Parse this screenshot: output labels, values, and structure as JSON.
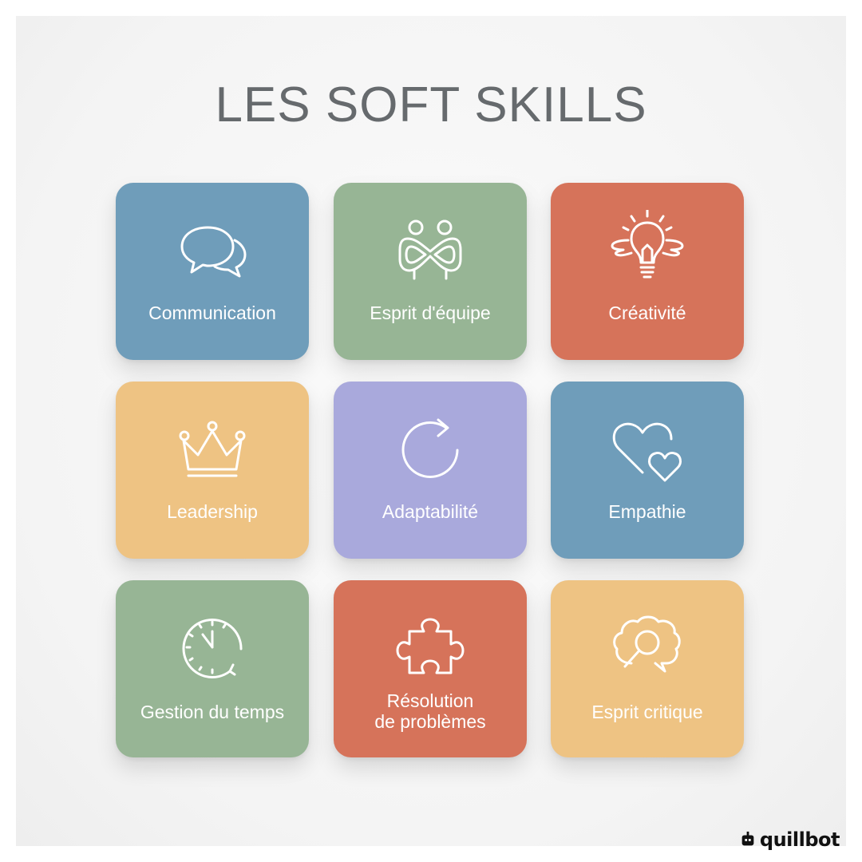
{
  "title": "LES SOFT SKILLS",
  "skills": [
    {
      "label": "Communication",
      "icon": "speech-bubbles-icon",
      "color": "#6f9dba"
    },
    {
      "label": "Esprit d'équipe",
      "icon": "team-people-icon",
      "color": "#97b595"
    },
    {
      "label": "Créativité",
      "icon": "lightbulb-icon",
      "color": "#d6735a"
    },
    {
      "label": "Leadership",
      "icon": "crown-icon",
      "color": "#eec383"
    },
    {
      "label": "Adaptabilité",
      "icon": "refresh-arrow-icon",
      "color": "#a9a9dc"
    },
    {
      "label": "Empathie",
      "icon": "hearts-icon",
      "color": "#6f9dba"
    },
    {
      "label": "Gestion du temps",
      "icon": "clock-icon",
      "color": "#97b595"
    },
    {
      "label_line1": "Résolution",
      "label_line2": "de problèmes",
      "icon": "puzzle-piece-icon",
      "color": "#d6735a"
    },
    {
      "label": "Esprit critique",
      "icon": "magnifier-thought-icon",
      "color": "#eec383"
    }
  ],
  "brand": {
    "name": "quillbot",
    "icon": "quillbot-logo-icon"
  }
}
